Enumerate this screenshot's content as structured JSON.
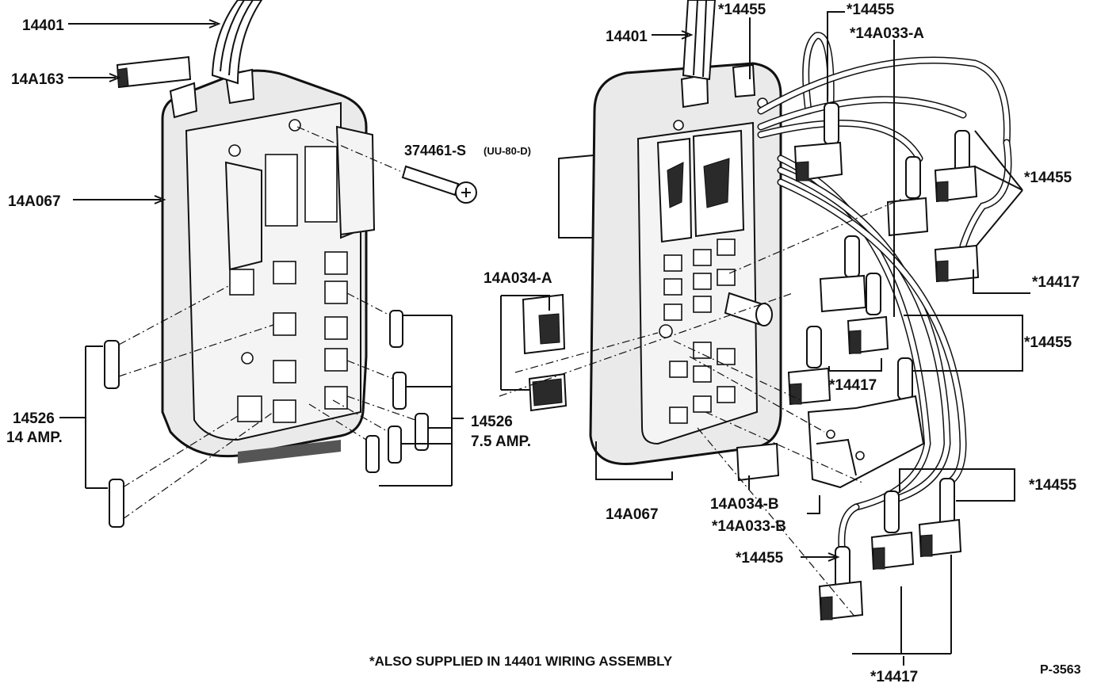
{
  "labels": {
    "l_14401_left": "14401",
    "l_14a163": "14A163",
    "l_374461": "374461-S",
    "l_uu80": "(UU-80-D)",
    "l_14a067_left": "14A067",
    "l_14526_14_num": "14526",
    "l_14526_14_amp": "14 AMP.",
    "l_14526_75_num": "14526",
    "l_14526_75_amp": "7.5 AMP.",
    "l_14a034a": "14A034-A",
    "l_14401_right": "14401",
    "l_14455_top1": "*14455",
    "l_14455_top2": "*14455",
    "l_14a033a": "*14A033-A",
    "l_14455_r1": "*14455",
    "l_14417_r1": "*14417",
    "l_14455_r2": "*14455",
    "l_14417_mid": "*14417",
    "l_14a067_right": "14A067",
    "l_14a034b": "14A034-B",
    "l_14a033b": "*14A033-B",
    "l_14455_r3": "*14455",
    "l_14455_bot": "*14455",
    "l_14417_bot": "*14417"
  },
  "footnote": "*ALSO SUPPLIED IN 14401 WIRING ASSEMBLY",
  "plate_code": "P-3563",
  "colors": {
    "ink": "#111111",
    "shade": "#eaeaea"
  }
}
